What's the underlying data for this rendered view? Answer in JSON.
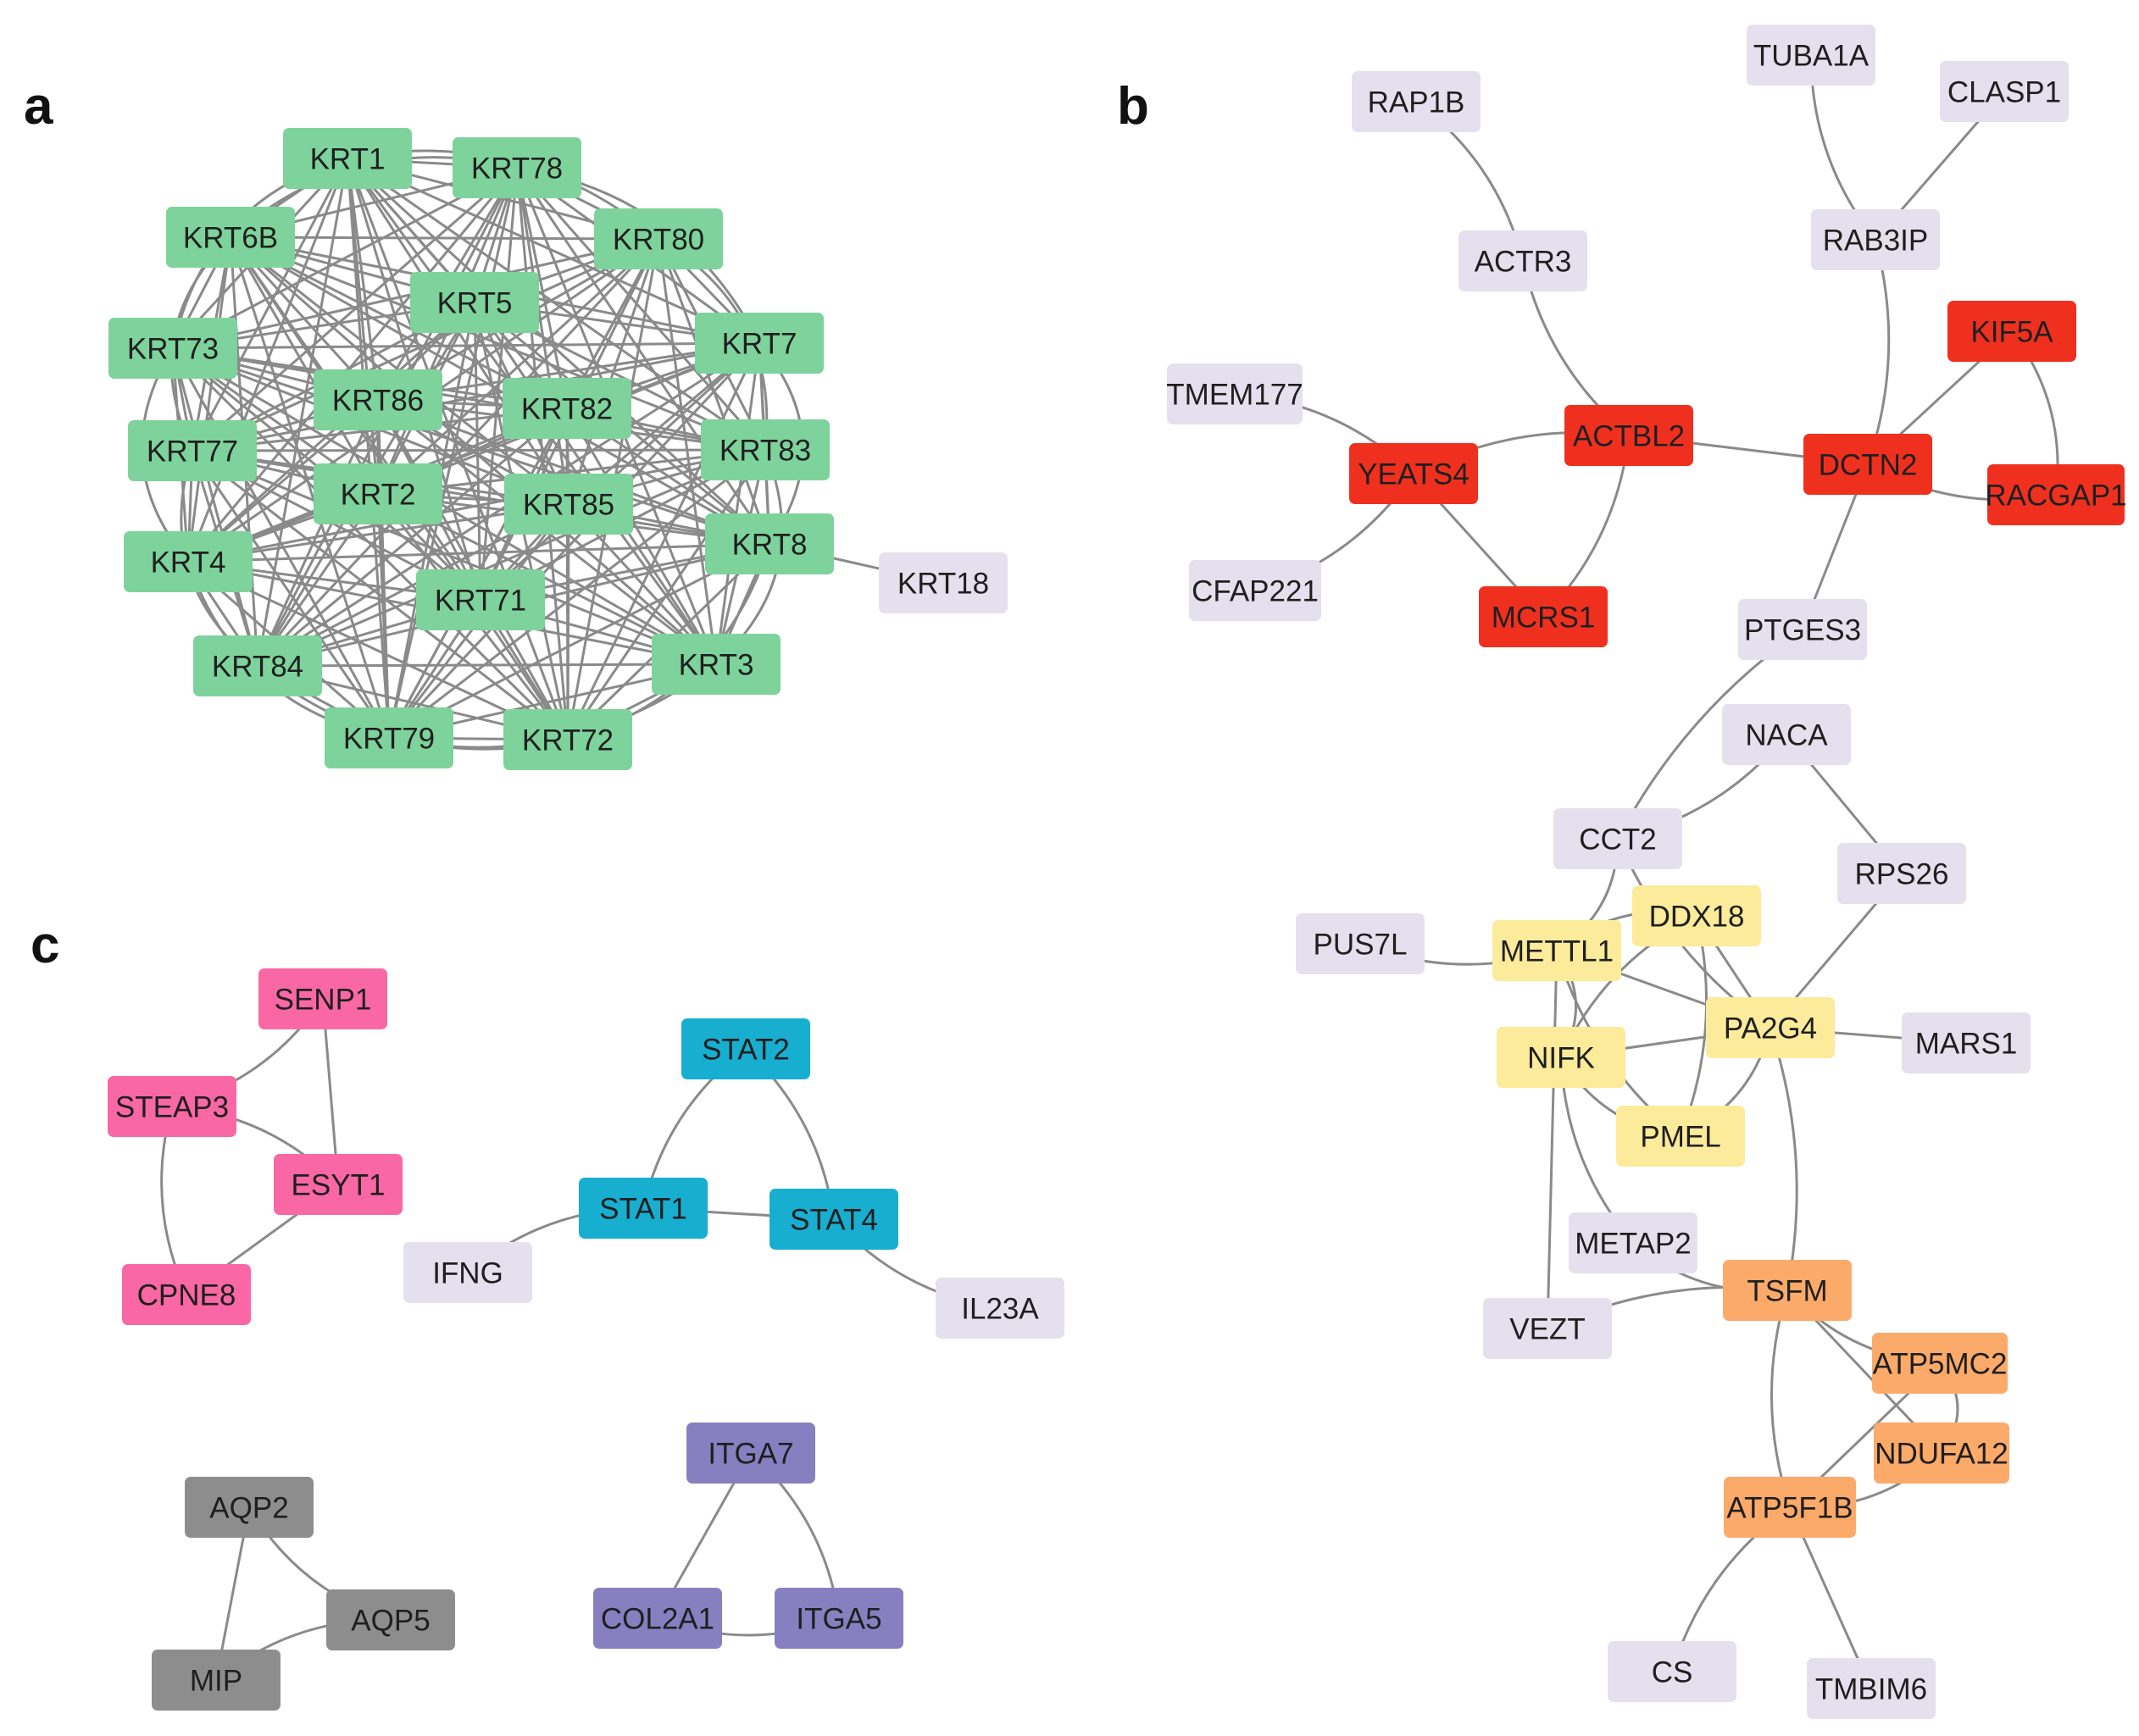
{
  "colors": {
    "edge": "#8a8a8a",
    "green": "#7dd39b",
    "lavender": "#e5e0ee",
    "red": "#f0301f",
    "yellow": "#fbeb9a",
    "orange": "#fcaa6a",
    "pink": "#f968a5",
    "teal": "#18aed0",
    "gray": "#8d8d8d",
    "purple": "#8780c0"
  },
  "panels": [
    {
      "id": "a",
      "label": "a"
    },
    {
      "id": "b",
      "label": "b"
    },
    {
      "id": "c",
      "label": "c"
    }
  ],
  "nodes": [
    {
      "id": "KRT1",
      "label": "KRT1",
      "color": "green"
    },
    {
      "id": "KRT78",
      "label": "KRT78",
      "color": "green"
    },
    {
      "id": "KRT6B",
      "label": "KRT6B",
      "color": "green"
    },
    {
      "id": "KRT80",
      "label": "KRT80",
      "color": "green"
    },
    {
      "id": "KRT5",
      "label": "KRT5",
      "color": "green"
    },
    {
      "id": "KRT73",
      "label": "KRT73",
      "color": "green"
    },
    {
      "id": "KRT7",
      "label": "KRT7",
      "color": "green"
    },
    {
      "id": "KRT86",
      "label": "KRT86",
      "color": "green"
    },
    {
      "id": "KRT82",
      "label": "KRT82",
      "color": "green"
    },
    {
      "id": "KRT77",
      "label": "KRT77",
      "color": "green"
    },
    {
      "id": "KRT83",
      "label": "KRT83",
      "color": "green"
    },
    {
      "id": "KRT2",
      "label": "KRT2",
      "color": "green"
    },
    {
      "id": "KRT85",
      "label": "KRT85",
      "color": "green"
    },
    {
      "id": "KRT4",
      "label": "KRT4",
      "color": "green"
    },
    {
      "id": "KRT8",
      "label": "KRT8",
      "color": "green"
    },
    {
      "id": "KRT18",
      "label": "KRT18",
      "color": "lavender"
    },
    {
      "id": "KRT71",
      "label": "KRT71",
      "color": "green"
    },
    {
      "id": "KRT84",
      "label": "KRT84",
      "color": "green"
    },
    {
      "id": "KRT3",
      "label": "KRT3",
      "color": "green"
    },
    {
      "id": "KRT79",
      "label": "KRT79",
      "color": "green"
    },
    {
      "id": "KRT72",
      "label": "KRT72",
      "color": "green"
    },
    {
      "id": "RAP1B",
      "label": "RAP1B",
      "color": "lavender"
    },
    {
      "id": "TUBA1A",
      "label": "TUBA1A",
      "color": "lavender"
    },
    {
      "id": "CLASP1",
      "label": "CLASP1",
      "color": "lavender"
    },
    {
      "id": "ACTR3",
      "label": "ACTR3",
      "color": "lavender"
    },
    {
      "id": "RAB3IP",
      "label": "RAB3IP",
      "color": "lavender"
    },
    {
      "id": "KIF5A",
      "label": "KIF5A",
      "color": "red"
    },
    {
      "id": "TMEM177",
      "label": "TMEM177",
      "color": "lavender"
    },
    {
      "id": "ACTBL2",
      "label": "ACTBL2",
      "color": "red"
    },
    {
      "id": "DCTN2",
      "label": "DCTN2",
      "color": "red"
    },
    {
      "id": "YEATS4",
      "label": "YEATS4",
      "color": "red"
    },
    {
      "id": "RACGAP1",
      "label": "RACGAP1",
      "color": "red"
    },
    {
      "id": "CFAP221",
      "label": "CFAP221",
      "color": "lavender"
    },
    {
      "id": "MCRS1",
      "label": "MCRS1",
      "color": "red"
    },
    {
      "id": "PTGES3",
      "label": "PTGES3",
      "color": "lavender"
    },
    {
      "id": "NACA",
      "label": "NACA",
      "color": "lavender"
    },
    {
      "id": "CCT2",
      "label": "CCT2",
      "color": "lavender"
    },
    {
      "id": "RPS26",
      "label": "RPS26",
      "color": "lavender"
    },
    {
      "id": "PUS7L",
      "label": "PUS7L",
      "color": "lavender"
    },
    {
      "id": "METTL1",
      "label": "METTL1",
      "color": "yellow"
    },
    {
      "id": "DDX18",
      "label": "DDX18",
      "color": "yellow"
    },
    {
      "id": "PA2G4",
      "label": "PA2G4",
      "color": "yellow"
    },
    {
      "id": "MARS1",
      "label": "MARS1",
      "color": "lavender"
    },
    {
      "id": "NIFK",
      "label": "NIFK",
      "color": "yellow"
    },
    {
      "id": "PMEL",
      "label": "PMEL",
      "color": "yellow"
    },
    {
      "id": "METAP2",
      "label": "METAP2",
      "color": "lavender"
    },
    {
      "id": "TSFM",
      "label": "TSFM",
      "color": "orange"
    },
    {
      "id": "VEZT",
      "label": "VEZT",
      "color": "lavender"
    },
    {
      "id": "ATP5MC2",
      "label": "ATP5MC2",
      "color": "orange"
    },
    {
      "id": "NDUFA12",
      "label": "NDUFA12",
      "color": "orange"
    },
    {
      "id": "ATP5F1B",
      "label": "ATP5F1B",
      "color": "orange"
    },
    {
      "id": "CS",
      "label": "CS",
      "color": "lavender"
    },
    {
      "id": "TMBIM6",
      "label": "TMBIM6",
      "color": "lavender"
    },
    {
      "id": "SENP1",
      "label": "SENP1",
      "color": "pink"
    },
    {
      "id": "STEAP3",
      "label": "STEAP3",
      "color": "pink"
    },
    {
      "id": "ESYT1",
      "label": "ESYT1",
      "color": "pink"
    },
    {
      "id": "CPNE8",
      "label": "CPNE8",
      "color": "pink"
    },
    {
      "id": "STAT2",
      "label": "STAT2",
      "color": "teal"
    },
    {
      "id": "STAT1",
      "label": "STAT1",
      "color": "teal"
    },
    {
      "id": "STAT4",
      "label": "STAT4",
      "color": "teal"
    },
    {
      "id": "IFNG",
      "label": "IFNG",
      "color": "lavender"
    },
    {
      "id": "IL23A",
      "label": "IL23A",
      "color": "lavender"
    },
    {
      "id": "AQP2",
      "label": "AQP2",
      "color": "gray"
    },
    {
      "id": "AQP5",
      "label": "AQP5",
      "color": "gray"
    },
    {
      "id": "MIP",
      "label": "MIP",
      "color": "gray"
    },
    {
      "id": "ITGA7",
      "label": "ITGA7",
      "color": "purple"
    },
    {
      "id": "COL2A1",
      "label": "COL2A1",
      "color": "purple"
    },
    {
      "id": "ITGA5",
      "label": "ITGA5",
      "color": "purple"
    }
  ],
  "edges": [
    [
      "KRT8",
      "KRT18"
    ],
    [
      "RAP1B",
      "ACTR3"
    ],
    [
      "TUBA1A",
      "RAB3IP"
    ],
    [
      "CLASP1",
      "RAB3IP"
    ],
    [
      "ACTR3",
      "ACTBL2"
    ],
    [
      "RAB3IP",
      "DCTN2"
    ],
    [
      "KIF5A",
      "DCTN2"
    ],
    [
      "KIF5A",
      "RACGAP1"
    ],
    [
      "DCTN2",
      "RACGAP1"
    ],
    [
      "ACTBL2",
      "DCTN2"
    ],
    [
      "ACTBL2",
      "YEATS4"
    ],
    [
      "ACTBL2",
      "MCRS1"
    ],
    [
      "YEATS4",
      "MCRS1"
    ],
    [
      "TMEM177",
      "YEATS4"
    ],
    [
      "CFAP221",
      "YEATS4"
    ],
    [
      "DCTN2",
      "PTGES3"
    ],
    [
      "PTGES3",
      "CCT2"
    ],
    [
      "NACA",
      "CCT2"
    ],
    [
      "NACA",
      "RPS26"
    ],
    [
      "CCT2",
      "METTL1"
    ],
    [
      "CCT2",
      "PA2G4"
    ],
    [
      "RPS26",
      "PA2G4"
    ],
    [
      "PUS7L",
      "METTL1"
    ],
    [
      "METTL1",
      "DDX18"
    ],
    [
      "METTL1",
      "PA2G4"
    ],
    [
      "METTL1",
      "NIFK"
    ],
    [
      "METTL1",
      "PMEL"
    ],
    [
      "DDX18",
      "PA2G4"
    ],
    [
      "DDX18",
      "NIFK"
    ],
    [
      "DDX18",
      "PMEL"
    ],
    [
      "PA2G4",
      "NIFK"
    ],
    [
      "PA2G4",
      "PMEL"
    ],
    [
      "NIFK",
      "PMEL"
    ],
    [
      "PA2G4",
      "MARS1"
    ],
    [
      "METAP2",
      "TSFM"
    ],
    [
      "VEZT",
      "TSFM"
    ],
    [
      "METTL1",
      "VEZT"
    ],
    [
      "PA2G4",
      "TSFM"
    ],
    [
      "TSFM",
      "ATP5MC2"
    ],
    [
      "TSFM",
      "NDUFA12"
    ],
    [
      "TSFM",
      "ATP5F1B"
    ],
    [
      "ATP5MC2",
      "NDUFA12"
    ],
    [
      "ATP5MC2",
      "ATP5F1B"
    ],
    [
      "NDUFA12",
      "ATP5F1B"
    ],
    [
      "ATP5F1B",
      "CS"
    ],
    [
      "ATP5F1B",
      "TMBIM6"
    ],
    [
      "NIFK",
      "METAP2"
    ],
    [
      "SENP1",
      "STEAP3"
    ],
    [
      "SENP1",
      "ESYT1"
    ],
    [
      "STEAP3",
      "ESYT1"
    ],
    [
      "STEAP3",
      "CPNE8"
    ],
    [
      "ESYT1",
      "CPNE8"
    ],
    [
      "STAT2",
      "STAT1"
    ],
    [
      "STAT2",
      "STAT4"
    ],
    [
      "STAT1",
      "STAT4"
    ],
    [
      "IFNG",
      "STAT1"
    ],
    [
      "STAT4",
      "IL23A"
    ],
    [
      "AQP2",
      "MIP"
    ],
    [
      "AQP2",
      "AQP5"
    ],
    [
      "MIP",
      "AQP5"
    ],
    [
      "ITGA7",
      "COL2A1"
    ],
    [
      "ITGA7",
      "ITGA5"
    ],
    [
      "COL2A1",
      "ITGA5"
    ]
  ]
}
